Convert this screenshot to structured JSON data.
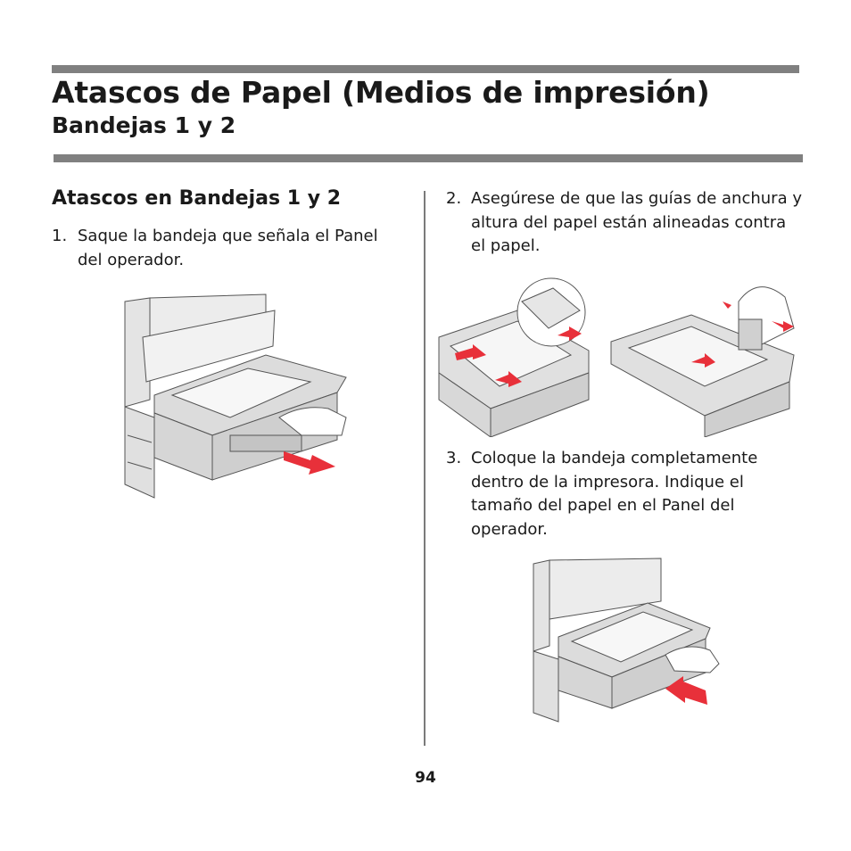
{
  "header": {
    "title": "Atascos de Papel (Medios de impresión)",
    "subtitle": "Bandejas 1 y 2"
  },
  "left_column": {
    "heading": "Atascos en Bandejas 1 y 2",
    "step1": {
      "number": "1.",
      "text": "Saque la bandeja que señala el Panel del operador."
    }
  },
  "right_column": {
    "step2": {
      "number": "2.",
      "text": "Asegúrese de que las guías de anchura y altura del papel están alineadas contra el papel."
    },
    "step3": {
      "number": "3.",
      "text": "Coloque la bandeja completamente dentro de la impresora. Indique el tamaño del papel en el Panel del operador."
    }
  },
  "footer": {
    "page_number": "94"
  },
  "colors": {
    "rule": "#808080",
    "arrow": "#e8303a",
    "tray": "#d9d9d9",
    "line": "#555555"
  }
}
